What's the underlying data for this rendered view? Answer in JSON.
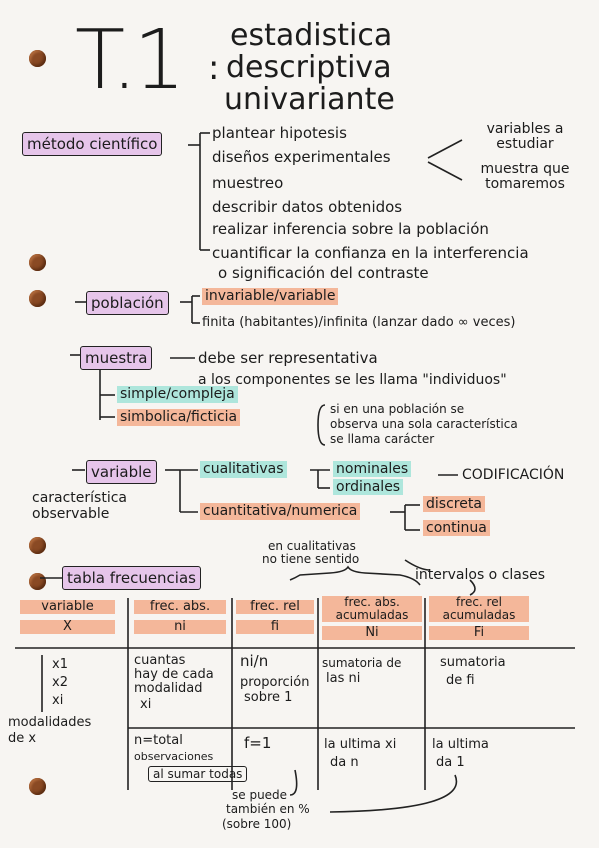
{
  "title": {
    "number": "T.1",
    "colon": ":",
    "line1": "estadistica",
    "line2": "descriptiva",
    "line3": "univariante"
  },
  "metodo": {
    "label": "método científico",
    "items": [
      "plantear hipotesis",
      "diseños experimentales",
      "muestreo",
      "describir datos obtenidos",
      "realizar inferencia sobre la población",
      "cuantificar la confianza en la interferencia",
      "o significación del contraste"
    ],
    "side_top": "variables a estudiar",
    "side_bottom": "muestra que tomaremos"
  },
  "poblacion": {
    "label": "población",
    "item1": "invariable/variable",
    "item2": "finita (habitantes)/infinita (lanzar dado ∞ veces)"
  },
  "muestra": {
    "label": "muestra",
    "desc1": "debe ser representativa",
    "desc2": "a los componentes se les llama \"individuos\"",
    "type1": "simple/compleja",
    "type2": "simbolica/ficticia",
    "note1": "si en una población se",
    "note2": "observa una sola característica",
    "note3": "se llama carácter"
  },
  "variable": {
    "label": "variable",
    "left1": "característica",
    "left2": "observable",
    "cual": "cualitativas",
    "nominales": "nominales",
    "ordinales": "ordinales",
    "codificacion": "CODIFICACIÓN",
    "cuant": "cuantitativa/numerica",
    "discreta": "discreta",
    "continua": "continua"
  },
  "tabla": {
    "label": "tabla frecuencias",
    "note_cual1": "en cualitativas",
    "note_cual2": "no tiene sentido",
    "intervalos": "intervalos o clases",
    "headers": [
      {
        "top": "variable",
        "sym": "X"
      },
      {
        "top": "frec. abs.",
        "sym": "ni"
      },
      {
        "top": "frec. rel",
        "sym": "fi"
      },
      {
        "top": "frec. abs. acumuladas",
        "sym": "Ni"
      },
      {
        "top": "frec. rel acumuladas",
        "sym": "Fi"
      }
    ],
    "col0_x1": "x1",
    "col0_x2": "x2",
    "col0_xi": "xi",
    "col0_mod1": "modalidades",
    "col0_mod2": "de x",
    "col1_a": "cuantas",
    "col1_b": "hay de cada",
    "col1_c": "modalidad",
    "col1_d": "xi",
    "col2_a": "ni/n",
    "col2_b": "proporción",
    "col2_c": "sobre 1",
    "col3_a": "sumatoria de",
    "col3_b": "las ni",
    "col4_a": "sumatoria",
    "col4_b": "de fi",
    "bot1_a": "n=total",
    "bot1_b": "observaciones",
    "bot1_c": "al sumar todas",
    "bot2": "f=1",
    "bot3_a": "la ultima xi",
    "bot3_b": "da n",
    "bot4_a": "la ultima",
    "bot4_b": "da 1",
    "percent1": "se puede",
    "percent2": "también en %",
    "percent3": "(sobre 100)"
  }
}
